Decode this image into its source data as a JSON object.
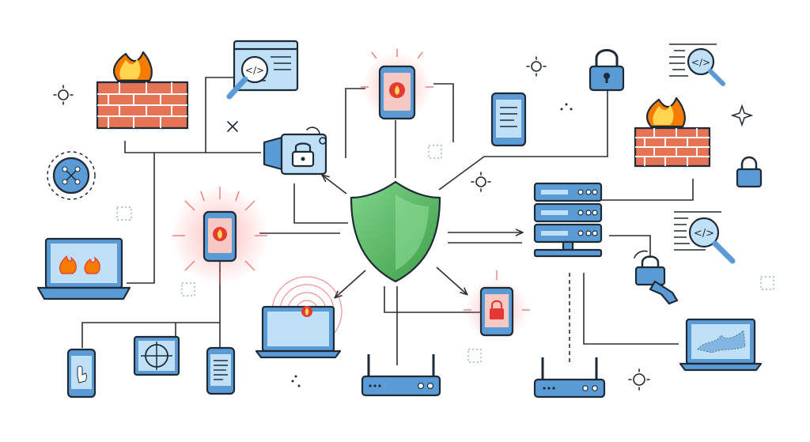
{
  "diagram": {
    "colors": {
      "device_blue": "#5b9bd5",
      "screen_blue": "#bfe0f7",
      "shield_green": "#4caf50",
      "alert_red": "#e53935",
      "brick_red": "#e57356",
      "flame_orange": "#f57c00",
      "flame_yellow": "#ffd54f",
      "outline": "#1f2a37"
    },
    "nodes": [
      {
        "id": "central-shield",
        "icon": "shield-icon"
      },
      {
        "id": "firewall-left",
        "icon": "firewall-icon"
      },
      {
        "id": "firewall-right",
        "icon": "firewall-icon"
      },
      {
        "id": "code-inspection-top",
        "icon": "code-magnifier-icon"
      },
      {
        "id": "code-inspection-top-right",
        "icon": "code-magnifier-icon"
      },
      {
        "id": "code-inspection-right",
        "icon": "code-magnifier-icon"
      },
      {
        "id": "security-camera",
        "icon": "camera-lock-icon"
      },
      {
        "id": "phone-alert-top",
        "icon": "phone-alert-icon"
      },
      {
        "id": "phone-alert-left",
        "icon": "phone-alert-icon"
      },
      {
        "id": "phone-locked",
        "icon": "phone-lock-icon"
      },
      {
        "id": "tablet-top",
        "icon": "tablet-icon"
      },
      {
        "id": "padlock-top",
        "icon": "padlock-icon"
      },
      {
        "id": "padlock-right",
        "icon": "padlock-icon"
      },
      {
        "id": "server-rack",
        "icon": "server-icon"
      },
      {
        "id": "laptop-infected",
        "icon": "laptop-fire-icon"
      },
      {
        "id": "laptop-alert",
        "icon": "laptop-alert-icon"
      },
      {
        "id": "laptop-map",
        "icon": "laptop-map-icon"
      },
      {
        "id": "router-center",
        "icon": "router-icon"
      },
      {
        "id": "router-right",
        "icon": "router-icon"
      },
      {
        "id": "phone-bottom-left",
        "icon": "phone-icon"
      },
      {
        "id": "target-panel",
        "icon": "target-icon"
      },
      {
        "id": "phone-bottom",
        "icon": "phone-icon"
      },
      {
        "id": "network-globe",
        "icon": "network-icon"
      },
      {
        "id": "hand-lock",
        "icon": "hand-padlock-icon"
      }
    ]
  }
}
